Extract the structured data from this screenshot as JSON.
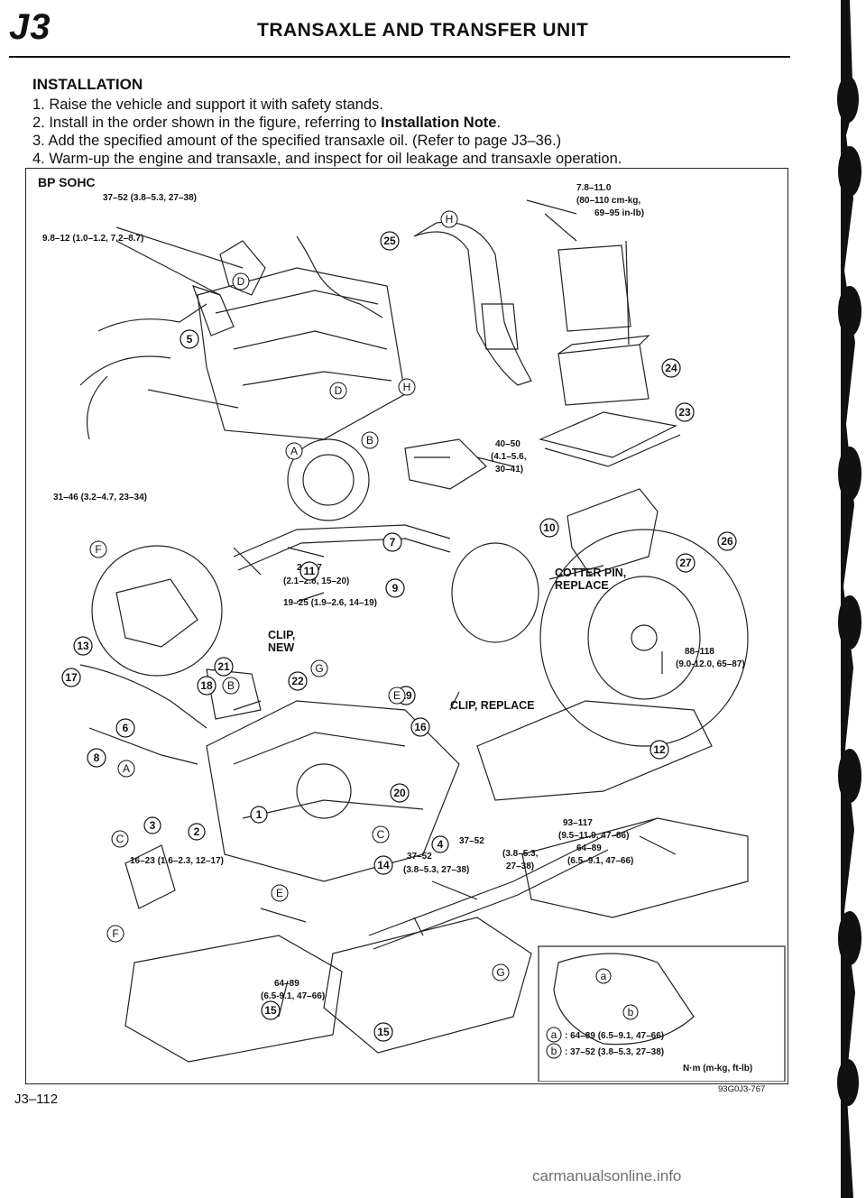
{
  "header": {
    "section_code": "J3",
    "title": "TRANSAXLE AND TRANSFER UNIT"
  },
  "section": {
    "heading": "INSTALLATION",
    "steps": [
      {
        "before": "1. Raise the vehicle and support it with safety stands.",
        "bold": "",
        "after": ""
      },
      {
        "before": "2. Install in the order shown in the figure, referring to ",
        "bold": "Installation Note",
        "after": "."
      },
      {
        "before": "3. Add the specified amount of the specified transaxle oil. (Refer to page J3–36.)",
        "bold": "",
        "after": ""
      },
      {
        "before": "4. Warm-up the engine and transaxle, and inspect for oil leakage and transaxle operation.",
        "bold": "",
        "after": ""
      }
    ]
  },
  "figure": {
    "label": "BP SOHC",
    "callouts": {
      "c1": "37–52 (3.8–5.3, 27–38)",
      "c2": "9.8–12 (1.0–1.2, 7.2–8.7)",
      "c3a": "7.8–11.0",
      "c3b": "(80–110 cm-kg,",
      "c3c": "69–95 in-lb)",
      "c4a": "40–50",
      "c4b": "(4.1–5.6,",
      "c4c": "30–41)",
      "c5": "31–46 (3.2–4.7, 23–34)",
      "c6a": "21–27",
      "c6b": "(2.1–2.8, 15–20)",
      "c7": "19–25 (1.9–2.6, 14–19)",
      "c8a": "88–118",
      "c8b": "(9.0-12.0, 65–87)",
      "c9a": "93–117",
      "c9b": "(9.5–11.9, 47–86)",
      "c10a": "64–89",
      "c10b": "(6.5–9.1, 47–66)",
      "c11a": "37–52",
      "c11b": "(3.8–5.3,",
      "c11c": "27–38)",
      "c12a": "37–52",
      "c12b": "(3.8–5.3, 27–38)",
      "c13": "16–23 (1.6–2.3, 12–17)",
      "c14a": "64–89",
      "c14b": "(6.5-9.1, 47–66)"
    },
    "notes": {
      "cotter_a": "COTTER PIN,",
      "cotter_b": "REPLACE",
      "clip_a": "CLIP,",
      "clip_b": "NEW",
      "clip_replace": "CLIP, REPLACE"
    },
    "parts": {
      "p5": "5",
      "p6": "6",
      "p7": "7",
      "p8": "8",
      "p9": "9",
      "p10": "10",
      "p11": "11",
      "p12": "12",
      "p13": "13",
      "p14": "14",
      "p15a": "15",
      "p15b": "15",
      "p16": "16",
      "p17": "17",
      "p18": "18",
      "p19": "19",
      "p20": "20",
      "p21": "21",
      "p22": "22",
      "p23": "23",
      "p24": "24",
      "p25": "25",
      "p26": "26",
      "p27": "27",
      "p1": "1",
      "p2": "2",
      "p3": "3",
      "p4": "4"
    },
    "letters": {
      "A1": "A",
      "A2": "A",
      "B1": "B",
      "B2": "B",
      "C1": "C",
      "C2": "C",
      "D1": "D",
      "D2": "D",
      "E1": "E",
      "E2": "E",
      "F1": "F",
      "F2": "F",
      "G1": "G",
      "G2": "G",
      "H1": "H",
      "H2": "H"
    },
    "inset": {
      "a": "a",
      "b": "b",
      "legend_a": ": 64–89 (6.5–9.1, 47–66)",
      "legend_b": ": 37–52 (3.8–5.3, 27–38)",
      "units": "N·m (m-kg, ft-lb)"
    }
  },
  "footer": {
    "page_number": "J3–112",
    "figure_id": "93G0J3-767"
  },
  "watermark": "carmanualsonline.info"
}
